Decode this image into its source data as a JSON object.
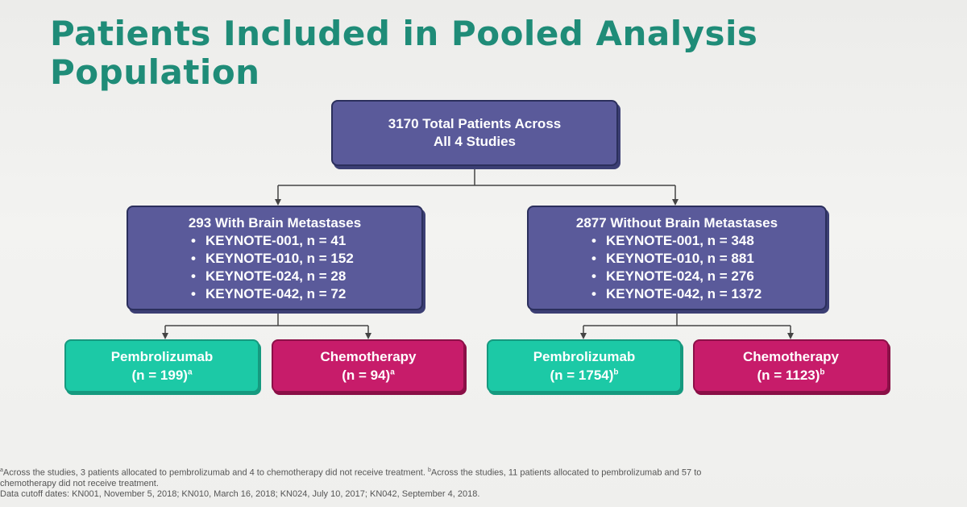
{
  "title": {
    "line1": "Patients Included in Pooled Analysis",
    "line2": "Population"
  },
  "total": {
    "line1": "3170 Total Patients Across",
    "line2": "All 4 Studies"
  },
  "groups": [
    {
      "heading": "293 With Brain Metastases",
      "studies": [
        "KEYNOTE-001, n = 41",
        "KEYNOTE-010, n = 152",
        "KEYNOTE-024, n = 28",
        "KEYNOTE-042, n = 72"
      ]
    },
    {
      "heading": "2877 Without Brain Metastases",
      "studies": [
        "KEYNOTE-001, n = 348",
        "KEYNOTE-010, n = 881",
        "KEYNOTE-024, n = 276",
        "KEYNOTE-042, n = 1372"
      ]
    }
  ],
  "bullet": "•",
  "arms": [
    {
      "name": "Pembrolizumab",
      "n": "(n = 199)",
      "sup": "a"
    },
    {
      "name": "Chemotherapy",
      "n": "(n = 94)",
      "sup": "a"
    },
    {
      "name": "Pembrolizumab",
      "n": "(n = 1754)",
      "sup": "b"
    },
    {
      "name": "Chemotherapy",
      "n": "(n = 1123)",
      "sup": "b"
    }
  ],
  "footnotes": {
    "a_mark": "a",
    "a_text": "Across the studies, 3 patients allocated to pembrolizumab and 4 to chemotherapy did not receive treatment.",
    "b_mark": "b",
    "b_text": "Across the studies, 11 patients allocated to pembrolizumab and 57 to",
    "line2": "chemotherapy did not receive treatment.",
    "line3": "Data cutoff dates: KN001, November 5, 2018; KN010, March 16, 2018; KN024, July 10, 2017; KN042, September 4, 2018."
  },
  "colors": {
    "title": "#1f8c78",
    "purple_box": "#5a5a9a",
    "pembrolizumab_box": "#1cc9a6",
    "chemotherapy_box": "#c71c6a",
    "connector": "#444444"
  }
}
